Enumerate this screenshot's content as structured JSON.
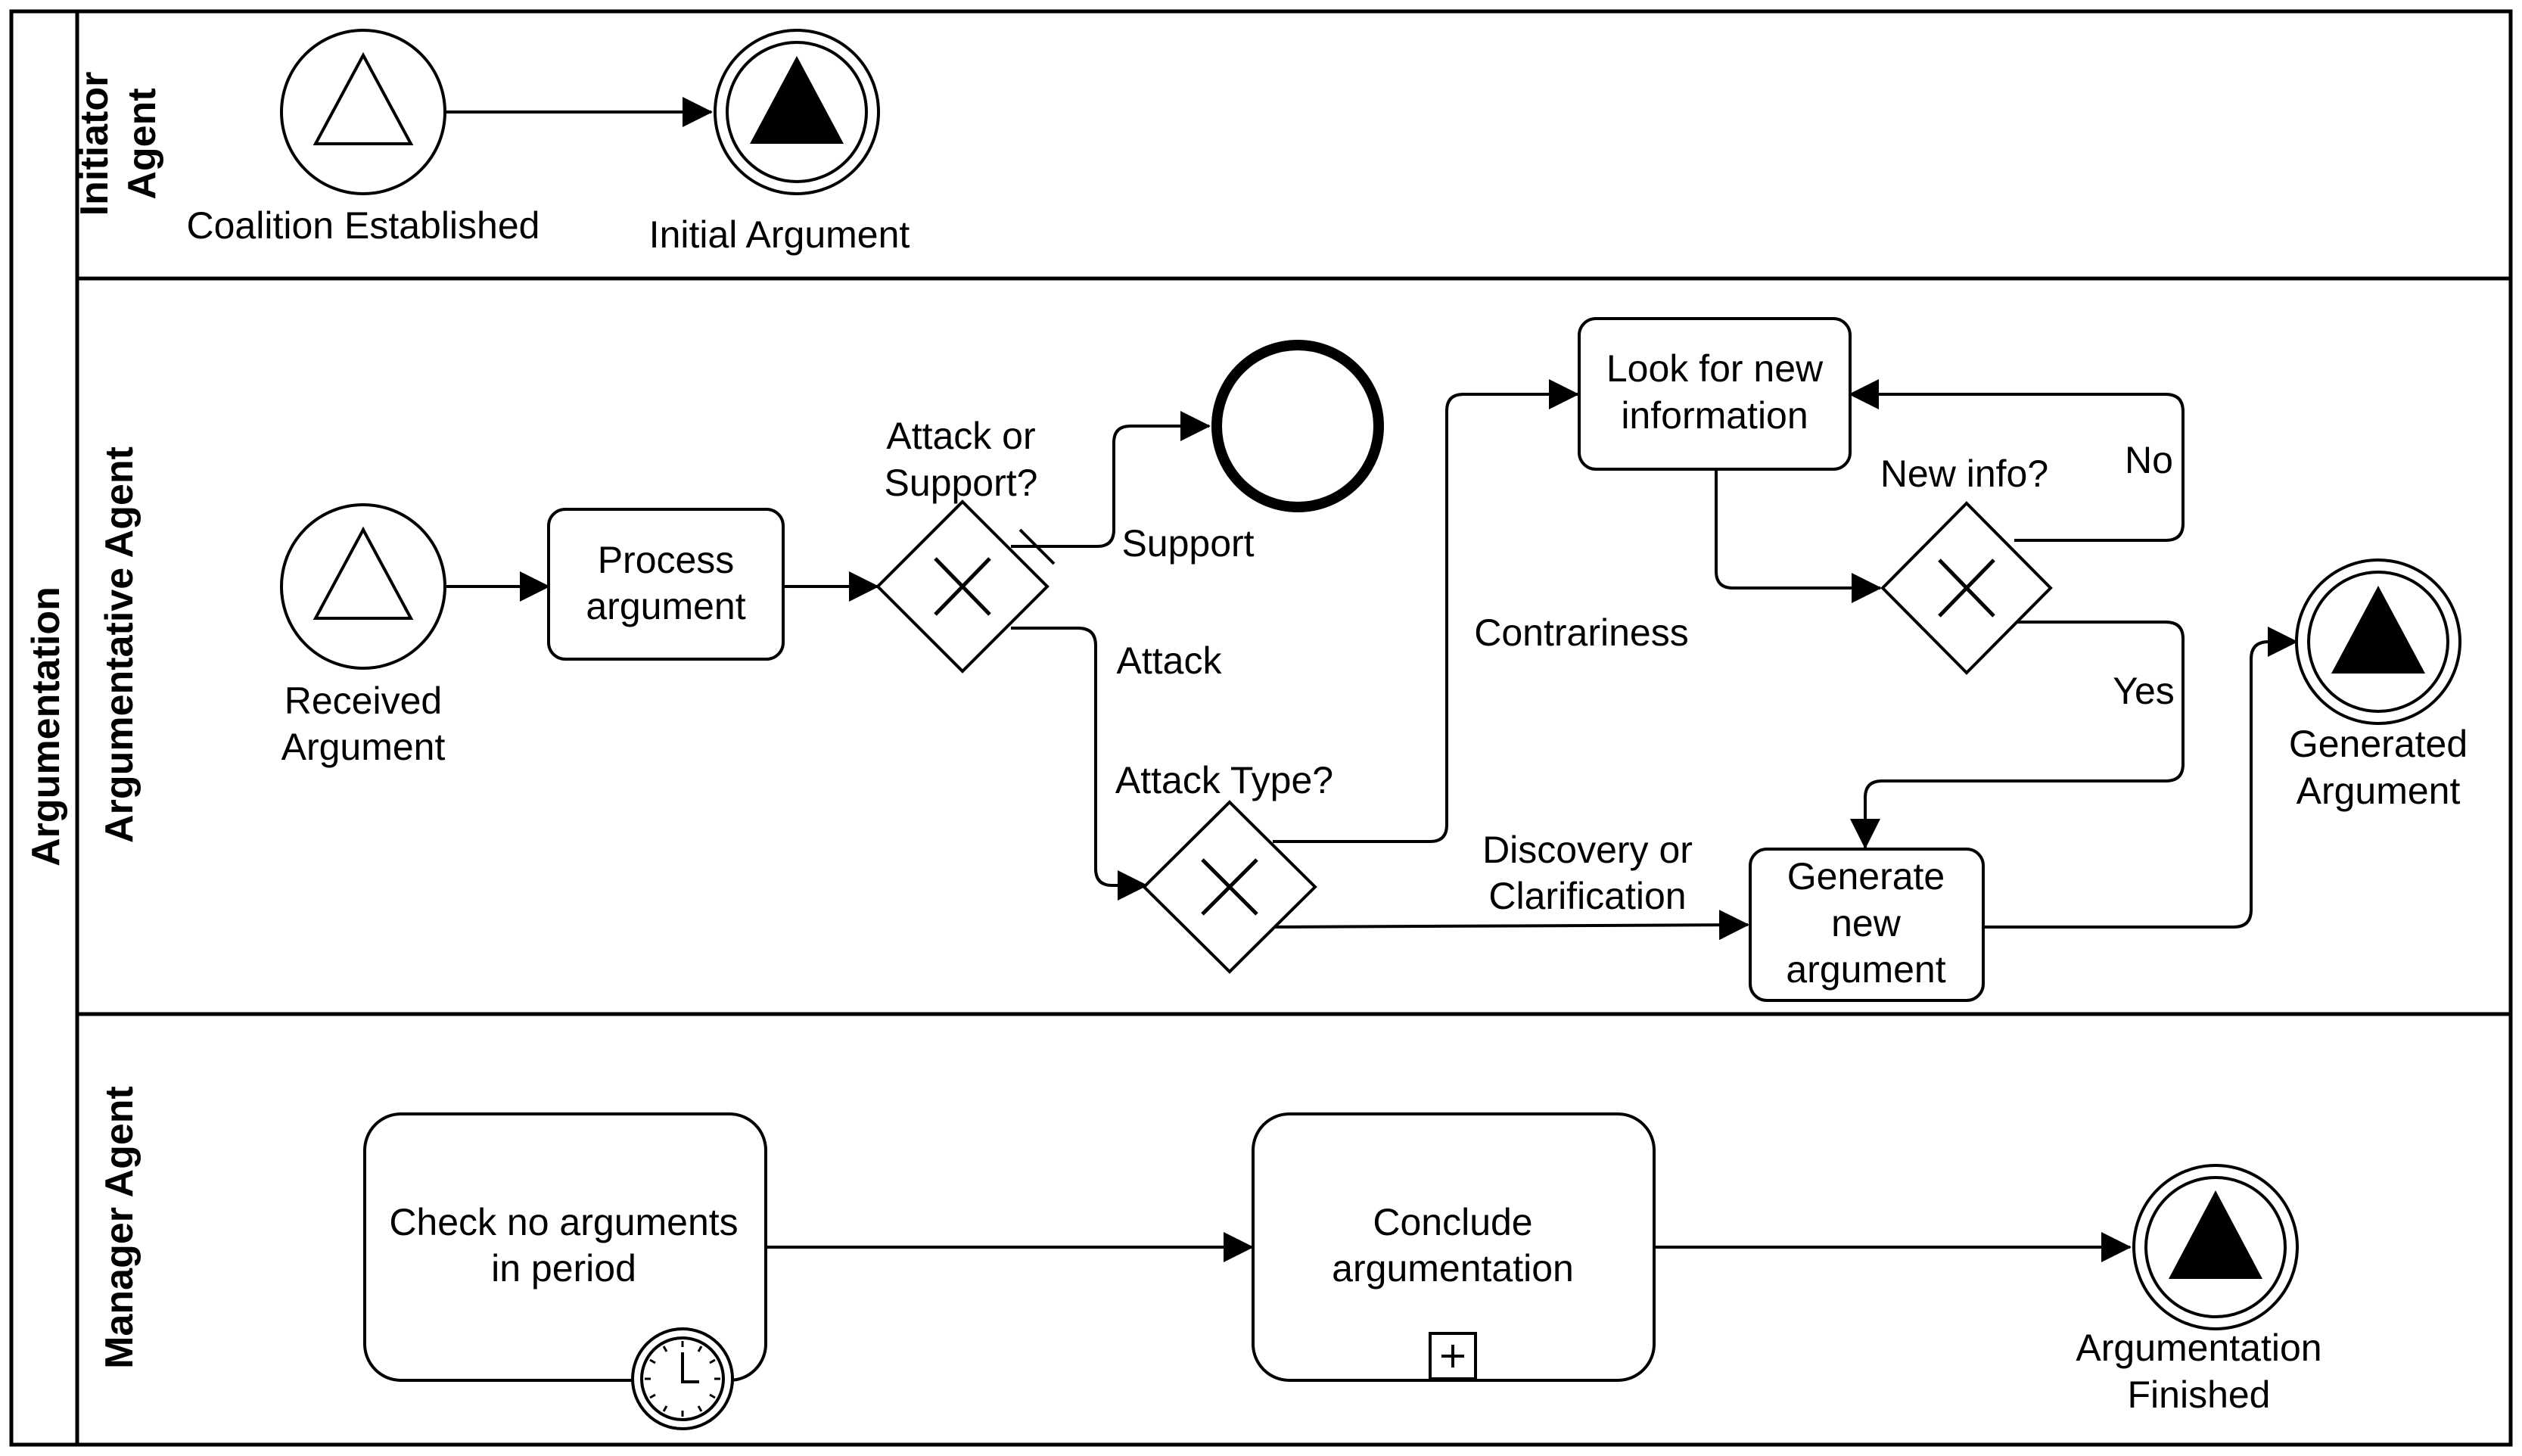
{
  "pool": {
    "name": "Argumentation"
  },
  "lanes": {
    "initiator": {
      "name_line1": "Initiator",
      "name_line2": "Agent"
    },
    "argumentative": {
      "name": "Argumentative Agent"
    },
    "manager": {
      "name": "Manager Agent"
    }
  },
  "events": {
    "coalition_established": "Coalition Established",
    "initial_argument": "Initial Argument",
    "received_argument": {
      "line1": "Received",
      "line2": "Argument"
    },
    "generated_argument": {
      "line1": "Generated",
      "line2": "Argument"
    },
    "argumentation_finished": {
      "line1": "Argumentation",
      "line2": "Finished"
    }
  },
  "tasks": {
    "process_argument": {
      "line1": "Process",
      "line2": "argument"
    },
    "look_for_new_information": {
      "line1": "Look for new",
      "line2": "information"
    },
    "generate_new_argument": {
      "line1": "Generate",
      "line2": "new",
      "line3": "argument"
    },
    "check_no_arguments": {
      "line1": "Check no arguments",
      "line2": "in period"
    },
    "conclude_argumentation": {
      "line1": "Conclude",
      "line2": "argumentation"
    }
  },
  "gateways": {
    "attack_or_support": {
      "line1": "Attack or",
      "line2": "Support?"
    },
    "attack_type": "Attack Type?",
    "new_info": "New info?"
  },
  "flow_labels": {
    "support": "Support",
    "attack": "Attack",
    "contrariness": "Contrariness",
    "discovery": {
      "line1": "Discovery or",
      "line2": "Clarification"
    },
    "no": "No",
    "yes": "Yes"
  },
  "icons": {
    "start_signal": "signal-triangle-outline-icon",
    "end_signal": "signal-triangle-filled-icon",
    "gateway": "exclusive-x-icon",
    "timer": "clock-icon",
    "subprocess": "plus-marker-icon"
  }
}
